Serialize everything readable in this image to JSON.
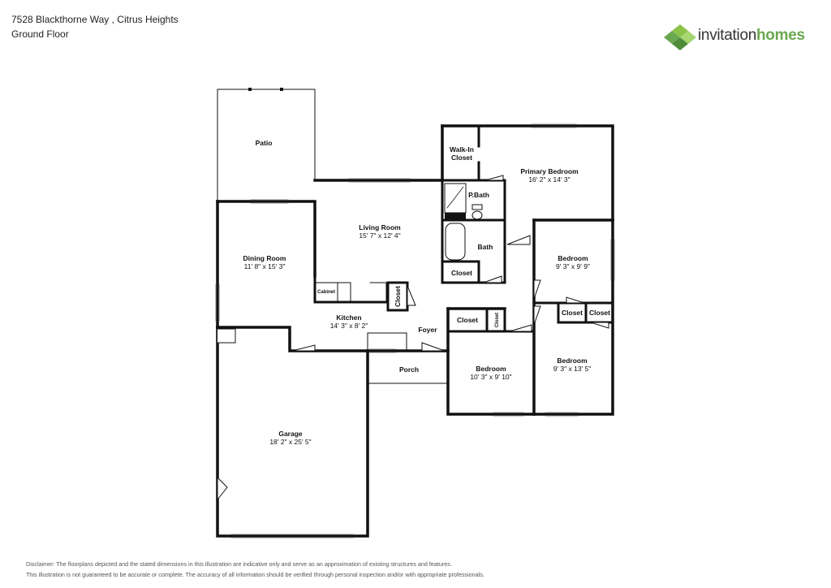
{
  "header": {
    "address": "7528 Blackthorne Way , Citrus Heights",
    "floor": "Ground Floor"
  },
  "logo": {
    "word1": "invitation",
    "word2": "homes",
    "colors": [
      "#6aa84f",
      "#8bc34a",
      "#4e8c3a",
      "#a5d66f"
    ]
  },
  "rooms": {
    "patio": {
      "name": "Patio"
    },
    "walkin": {
      "name1": "Walk-In",
      "name2": "Closet"
    },
    "primary": {
      "name": "Primary Bedroom",
      "dims": "16' 2\" x 14' 3\""
    },
    "pbath": {
      "name": "P.Bath"
    },
    "bath": {
      "name": "Bath"
    },
    "closet_bath": {
      "name": "Closet"
    },
    "living": {
      "name": "Living Room",
      "dims": "15' 7\" x 12' 4\""
    },
    "dining": {
      "name": "Dining Room",
      "dims": "11' 8\" x 15' 3\""
    },
    "cabinet": {
      "name": "Cabinet"
    },
    "closet_kitchen": {
      "name": "Closet"
    },
    "kitchen": {
      "name": "Kitchen",
      "dims": "14' 3\" x 8' 2\""
    },
    "foyer": {
      "name": "Foyer"
    },
    "porch": {
      "name": "Porch"
    },
    "bedroom_e": {
      "name": "Bedroom",
      "dims": "9' 3\" x 9' 9\""
    },
    "closet_se1": {
      "name": "Closet"
    },
    "closet_se2": {
      "name": "Closet"
    },
    "closet_mid1": {
      "name": "Closet"
    },
    "closet_mid2": {
      "name": "Closet"
    },
    "bedroom_mid": {
      "name": "Bedroom",
      "dims": "10' 3\" x 9' 10\""
    },
    "bedroom_se": {
      "name": "Bedroom",
      "dims": "9' 3\" x 13' 5\""
    },
    "garage": {
      "name": "Garage",
      "dims": "18' 2\" x 25' 5\""
    }
  },
  "disclaimer": {
    "line1": "Disclaimer: The floorplans depicted and the stated dimensions in this illustration are indicative only and serve as an approximation of existing structures and features.",
    "line2": "This illustration is not guaranteed to be accurate or complete. The accuracy of all information should be verified through personal inspection and/or with appropriate professionals."
  }
}
